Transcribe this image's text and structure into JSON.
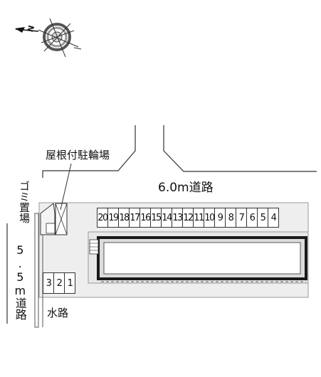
{
  "compass": {
    "north_letter": "N",
    "icon": "compass-rose-icon"
  },
  "labels": {
    "road_top": "6.0m道路",
    "bicycle_parking": "屋根付駐輪場",
    "garbage": "ゴミ置場",
    "road_left": "5.5m道路",
    "waterway": "水路"
  },
  "parking_top": [
    "20",
    "19",
    "18",
    "17",
    "16",
    "15",
    "14",
    "13",
    "12",
    "11",
    "10",
    "9",
    "8",
    "7",
    "6",
    "5",
    "4"
  ],
  "parking_left": [
    "3",
    "2",
    "1"
  ],
  "colors": {
    "building_fill": "#dcdcdc",
    "building_outline": "#1a1a1a",
    "lot": "#eeeeee",
    "waterway": "#8a8a8a"
  }
}
